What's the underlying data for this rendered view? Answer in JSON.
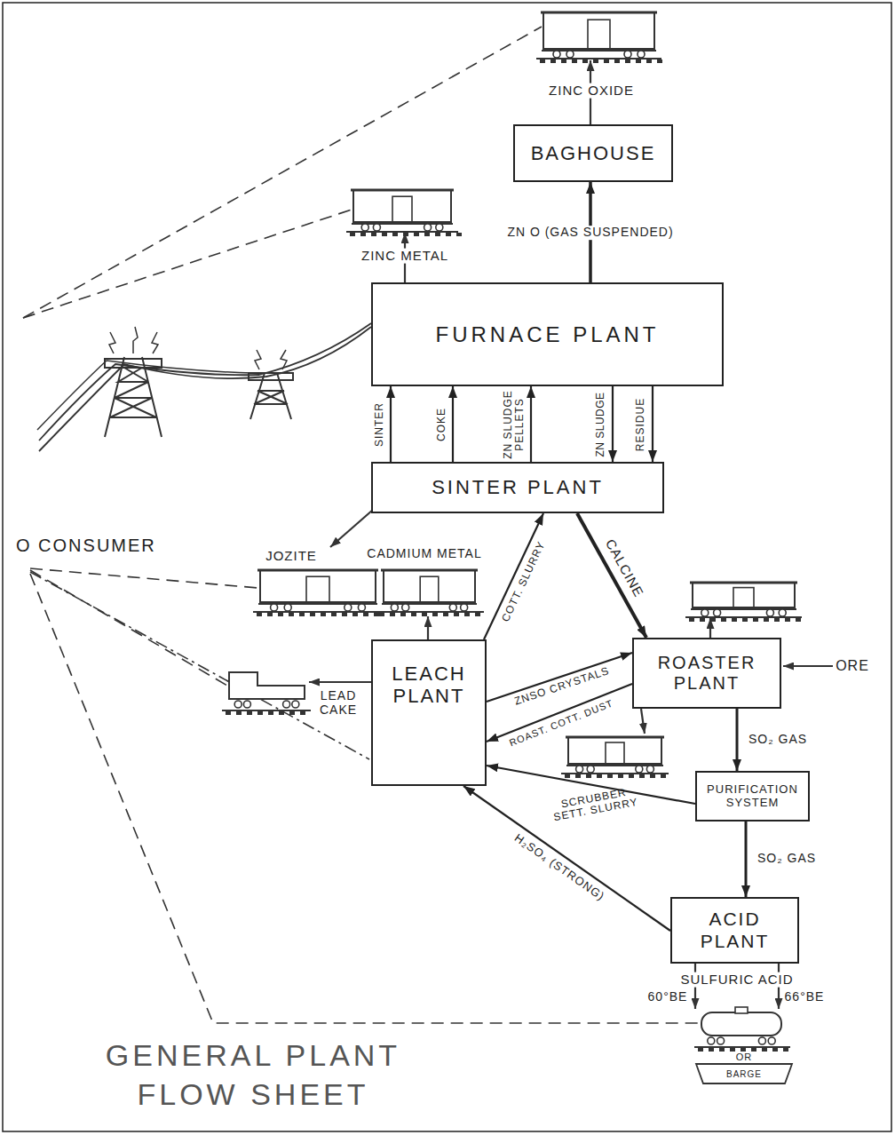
{
  "diagram": {
    "title": "GENERAL PLANT FLOW SHEET",
    "nodes": [
      {
        "text": [
          "BAGHOUSE"
        ]
      },
      {
        "text": [
          "FURNACE PLANT"
        ]
      },
      {
        "text": [
          "SINTER PLANT"
        ]
      },
      {
        "text": [
          "LEACH PLANT"
        ]
      },
      {
        "text": [
          "ROASTER PLANT"
        ]
      },
      {
        "text": [
          "PURIFICATION SYSTEM"
        ]
      },
      {
        "text": [
          "ACID PLANT"
        ]
      }
    ],
    "edges": [
      {
        "from": 1,
        "to": 0,
        "label": "ZN O (GAS SUSPENDED)",
        "arrow": "to"
      },
      {
        "from": 2,
        "to": 1,
        "label": "SINTER",
        "arrow": "to"
      },
      {
        "from": 2,
        "to": 1,
        "label": "COKE",
        "arrow": "to"
      },
      {
        "from": 2,
        "to": 1,
        "label": "ZN SLUDGE PELLETS",
        "arrow": "to"
      },
      {
        "from": 1,
        "to": 2,
        "label": "ZN SLUDGE",
        "arrow": "to"
      },
      {
        "from": 1,
        "to": 2,
        "label": "RESIDUE",
        "arrow": "to"
      },
      {
        "from": 4,
        "to": 2,
        "label": "CALCINE",
        "arrow": "to"
      },
      {
        "from": 3,
        "to": 2,
        "label": "COTT. SLURRY",
        "arrow": "to"
      },
      {
        "from": 3,
        "to": 4,
        "label": "ZNSO CRYSTALS",
        "arrow": "to"
      },
      {
        "from": 4,
        "to": 3,
        "label": "ROAST. COTT. DUST",
        "arrow": "to"
      },
      {
        "from": 5,
        "to": 3,
        "label": "SCRUBBER SETT. SLURRY",
        "arrow": "to"
      },
      {
        "from": 6,
        "to": 3,
        "label": "H₂SO₄ (STRONG)",
        "arrow": "to"
      },
      {
        "from": 4,
        "to": 5,
        "label": "SO₂ GAS",
        "arrow": "to"
      },
      {
        "from": 5,
        "to": 6,
        "label": "SO₂ GAS",
        "arrow": "to"
      }
    ],
    "labels": [
      "ZINC OXIDE",
      "ZINC METAL",
      "O CONSUMER",
      "JOZITE",
      "CADMIUM METAL",
      "LEAD CAKE",
      "ORE",
      "SULFURIC ACID",
      "60°BE",
      "66°BE",
      "OR",
      "BARGE"
    ]
  }
}
